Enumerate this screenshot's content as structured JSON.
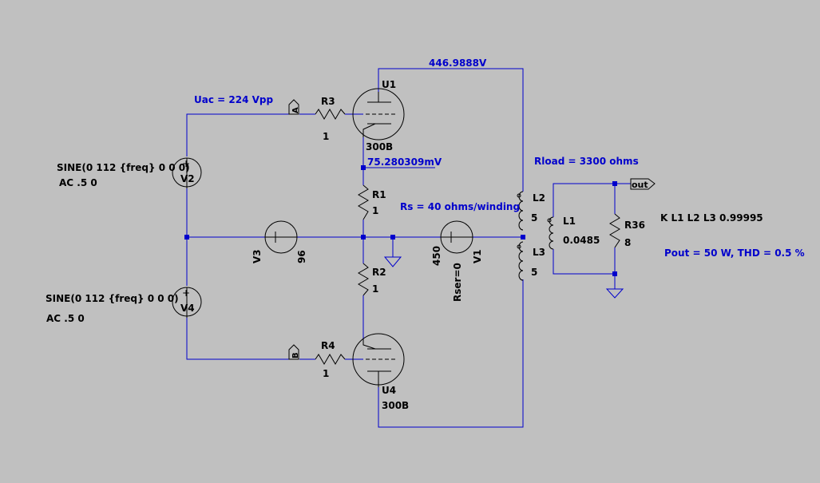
{
  "colors": {
    "background": "#c0c0c0",
    "wire": "#0000cc",
    "component": "#000000",
    "label": "#000000",
    "annotation": "#0000cc"
  },
  "directives": {
    "uac": "Uac = 224 Vpp",
    "plate_voltage": "446.9888V",
    "cathode_voltage": "75.280309mV",
    "rload": "Rload = 3300 ohms",
    "rs": "Rs = 40 ohms/winding",
    "coupling": "K L1 L2 L3 0.99995",
    "pout": "Pout = 50 W, THD = 0.5 %"
  },
  "components": {
    "u1": {
      "name": "U1",
      "value": "300B"
    },
    "u4": {
      "name": "U4",
      "value": "300B"
    },
    "r3": {
      "name": "R3",
      "value": "1"
    },
    "r4": {
      "name": "R4",
      "value": "1"
    },
    "r1": {
      "name": "R1",
      "value": "1"
    },
    "r2": {
      "name": "R2",
      "value": "1"
    },
    "r36": {
      "name": "R36",
      "value": "8"
    },
    "v2": {
      "name": "V2",
      "spec": "SINE(0 112 {freq} 0 0 0)",
      "ac": "AC .5 0"
    },
    "v4": {
      "name": "V4",
      "spec": "SINE(0 112 {freq} 0 0 0)",
      "ac": "AC .5 0"
    },
    "v3": {
      "name": "V3",
      "value": "96"
    },
    "v1": {
      "name": "V1",
      "value": "450",
      "rser": "Rser=0"
    },
    "l1": {
      "name": "L1",
      "value": "0.0485"
    },
    "l2": {
      "name": "L2",
      "value": "5"
    },
    "l3": {
      "name": "L3",
      "value": "5"
    }
  },
  "nets": {
    "a": "A",
    "b": "B",
    "out": "out"
  }
}
